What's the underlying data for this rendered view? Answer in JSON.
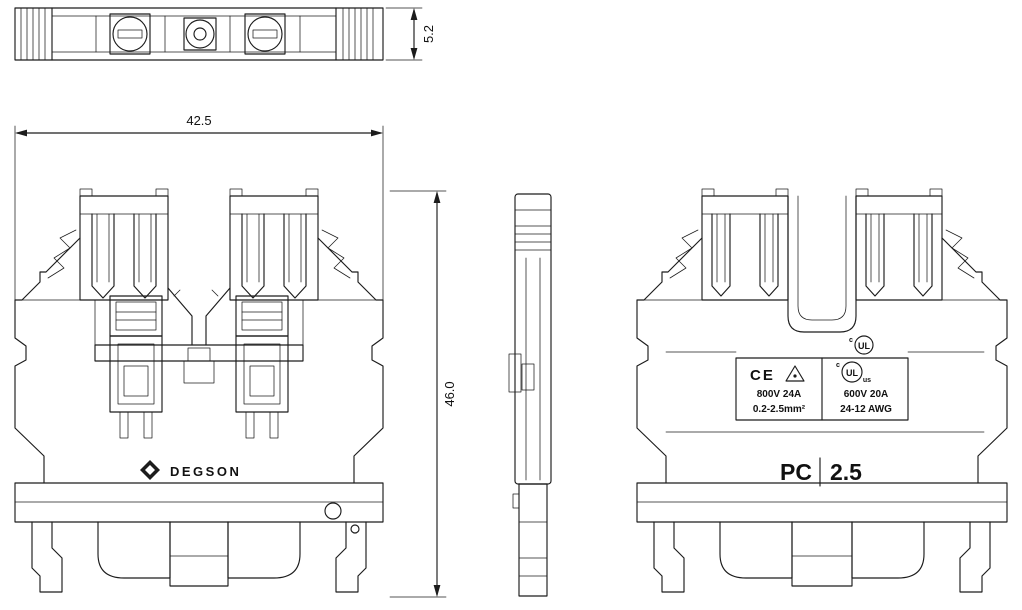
{
  "page": {
    "background": "#ffffff",
    "line_color": "#1c1c1c"
  },
  "dimensions": {
    "width": "42.5",
    "height": "46.0",
    "thickness": "5.2"
  },
  "branding": {
    "manufacturer": "DEGSON"
  },
  "model": {
    "prefix": "PC",
    "size": "2.5"
  },
  "rating_label": {
    "iec": {
      "mark": "CE",
      "voltage_current": "800V 24A",
      "wire_range": "0.2-2.5mm²"
    },
    "ul": {
      "c": "c",
      "mark": "UL",
      "us": "us",
      "voltage_current": "600V 20A",
      "wire_range": "24-12 AWG"
    },
    "ul_top": {
      "c": "c",
      "mark": "UL"
    }
  }
}
